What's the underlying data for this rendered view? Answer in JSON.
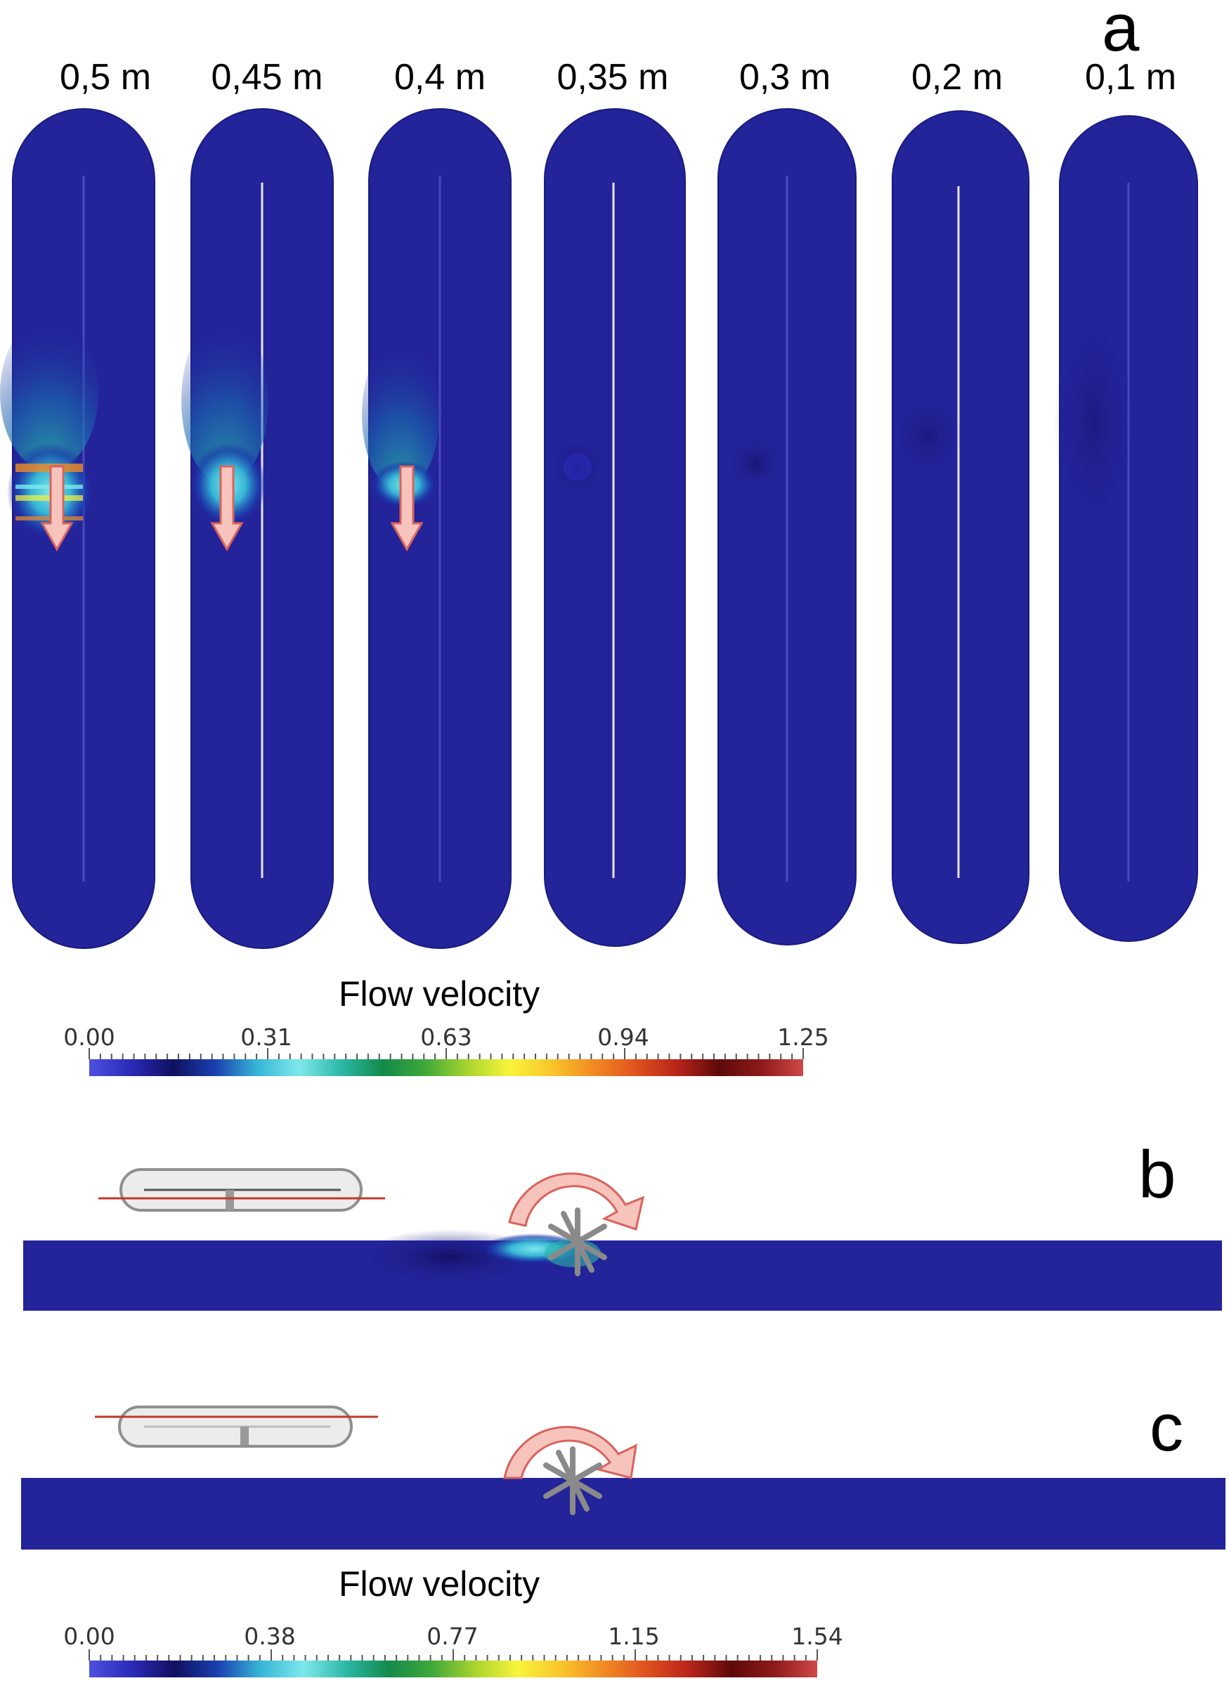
{
  "panels": {
    "a": {
      "letter": "a"
    },
    "b": {
      "letter": "b"
    },
    "c": {
      "letter": "c"
    }
  },
  "depth_labels": [
    "0,5 m",
    "0,45 m",
    "0,4 m",
    "0,35 m",
    "0,3 m",
    "0,2 m",
    "0,1 m"
  ],
  "colorbar_top": {
    "title": "Flow velocity",
    "ticks": [
      "0.00",
      "0.31",
      "0.63",
      "0.94",
      "1.25"
    ],
    "min": 0.0,
    "max": 1.25
  },
  "colorbar_bottom": {
    "title": "Flow velocity",
    "ticks": [
      "0.00",
      "0.38",
      "0.77",
      "1.15",
      "1.54"
    ],
    "min": 0.0,
    "max": 1.54
  },
  "colors": {
    "field_background": "#23239a",
    "field_edge": "#1a1a7e",
    "arrow_fill": "#f7c3bd",
    "arrow_stroke": "#d9635b",
    "propeller": "#8a8a8a",
    "tank_outline": "#8f8f8f",
    "tank_fill": "#ececec",
    "waterline": "#c0392b"
  },
  "colormap": [
    "#4f4fe0",
    "#2a2ab8",
    "#101060",
    "#1a40b0",
    "#36b6d6",
    "#7ee8ec",
    "#2bb8a6",
    "#138a4a",
    "#3fa83a",
    "#a8d42e",
    "#f7f43a",
    "#f9c62c",
    "#f28b22",
    "#e0521e",
    "#b8241a",
    "#5e0a0a",
    "#8e1a1a",
    "#d04848"
  ]
}
